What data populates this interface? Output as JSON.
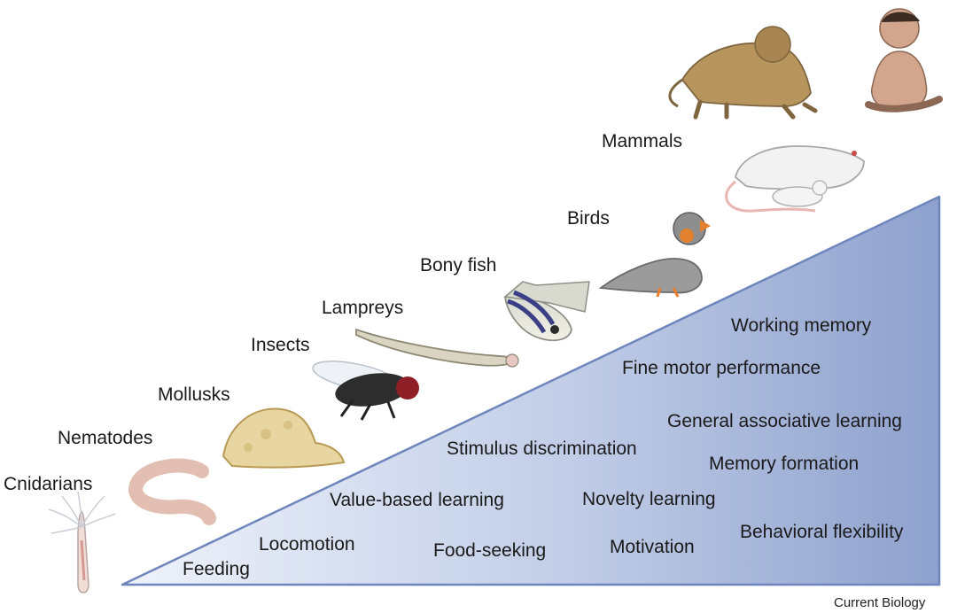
{
  "taxa": [
    {
      "id": "cnidarians",
      "label": "Cnidarians"
    },
    {
      "id": "nematodes",
      "label": "Nematodes"
    },
    {
      "id": "mollusks",
      "label": "Mollusks"
    },
    {
      "id": "insects",
      "label": "Insects"
    },
    {
      "id": "lampreys",
      "label": "Lampreys"
    },
    {
      "id": "bony-fish",
      "label": "Bony fish"
    },
    {
      "id": "birds",
      "label": "Birds"
    },
    {
      "id": "mammals",
      "label": "Mammals"
    }
  ],
  "functions": [
    "Feeding",
    "Locomotion",
    "Value-based learning",
    "Food-seeking",
    "Stimulus discrimination",
    "Novelty learning",
    "Motivation",
    "Fine motor performance",
    "Working memory",
    "General associative learning",
    "Memory formation",
    "Behavioral flexibility"
  ],
  "credit": "Current Biology",
  "colors": {
    "wedge_light": "#e9eef8",
    "wedge_dark": "#8c9fcc",
    "wedge_edge": "#6f86bd"
  }
}
